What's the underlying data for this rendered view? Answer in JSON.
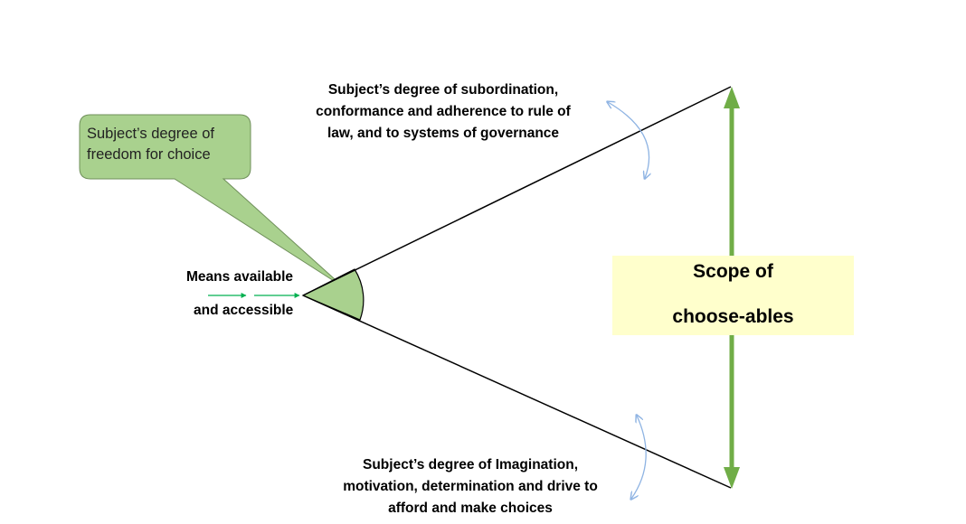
{
  "callout": {
    "line1": "Subject’s degree of",
    "line2": "freedom for choice"
  },
  "top_label": {
    "line1": "Subject’s degree of subordination,",
    "line2": "conformance and adherence to rule of",
    "line3": "law, and to systems of governance"
  },
  "bottom_label": {
    "line1": "Subject’s degree of Imagination,",
    "line2": "motivation, determination and drive to",
    "line3": "afford and make choices"
  },
  "means": {
    "line1": "Means available",
    "line2": "and accessible"
  },
  "scope": {
    "line1": "Scope of",
    "line2": "choose-ables"
  },
  "colors": {
    "green_fill": "#a9d18e",
    "green_arrow": "#70ad47",
    "scope_box": "#ffffcc",
    "curved_arrows": "#8fb4e3",
    "small_arrows": "#00b050",
    "lines": "#000000"
  }
}
